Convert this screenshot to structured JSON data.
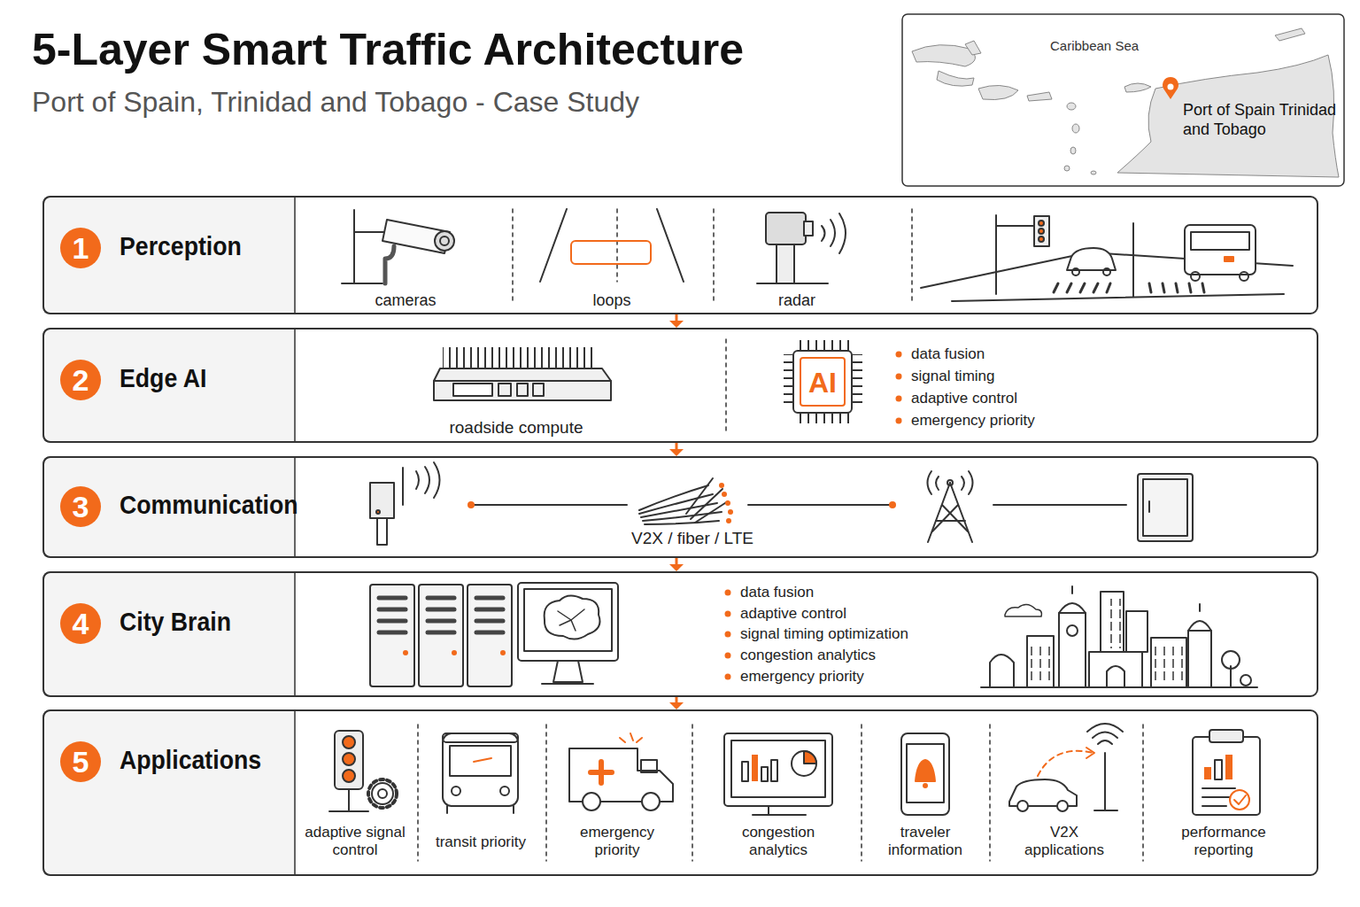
{
  "diagram": {
    "title": "5-Layer Smart Traffic Architecture",
    "nodes": [
      {
        "text": [
          "Caribbean Sea",
          "Port of Spain Trinidad and Tobago"
        ]
      },
      {
        "text": [
          "Perception"
        ]
      },
      {
        "text": [
          "1"
        ],
        "in": 1
      },
      {
        "text": [
          "Edge AI"
        ]
      },
      {
        "text": [
          "2"
        ],
        "in": 3
      },
      {
        "text": [
          "Communication"
        ]
      },
      {
        "text": [
          "3"
        ],
        "in": 5
      },
      {
        "text": [
          "City Brain"
        ]
      },
      {
        "text": [
          "4"
        ],
        "in": 7
      },
      {
        "text": [
          "Applications"
        ]
      },
      {
        "text": [
          "5"
        ],
        "in": 9
      }
    ],
    "edges": [
      {
        "from": 1,
        "to": 3,
        "arrow": "to"
      },
      {
        "from": 3,
        "to": 5,
        "arrow": "to"
      },
      {
        "from": 5,
        "to": 7,
        "arrow": "to"
      },
      {
        "from": 7,
        "to": 9,
        "arrow": "to"
      }
    ],
    "labels": [
      "Port of Spain, Trinidad and Tobago - Case Study",
      "cameras",
      "loops",
      "radar",
      "roadside compute",
      "AI",
      "data fusion",
      "signal timing",
      "adaptive control",
      "emergency priority",
      "V2X / fiber / LTE",
      "data fusion",
      "adaptive control",
      "signal timing optimization",
      "congestion analytics",
      "emergency priority",
      "adaptive signal control",
      "transit priority",
      "emergency priority",
      "congestion analytics",
      "traveler information",
      "V2X applications",
      "performance reporting"
    ]
  }
}
